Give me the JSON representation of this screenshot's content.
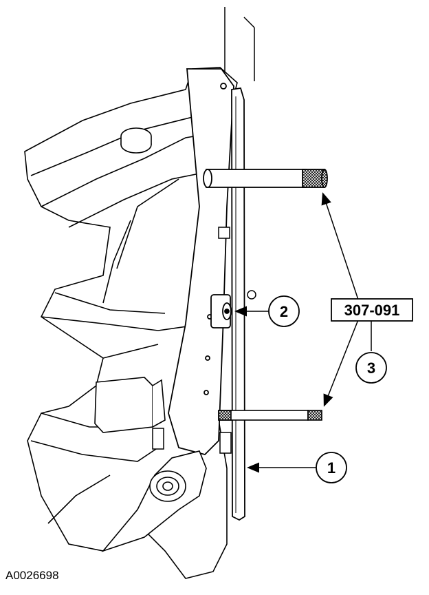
{
  "figure": {
    "figure_id": "A0026698",
    "colors": {
      "ink": "#000000",
      "paper": "#ffffff",
      "knurl": "#555555"
    }
  },
  "callouts": [
    {
      "id": "1",
      "label": "1"
    },
    {
      "id": "2",
      "label": "2"
    },
    {
      "id": "3",
      "label": "3"
    }
  ],
  "tool_label": {
    "text": "307-091"
  }
}
